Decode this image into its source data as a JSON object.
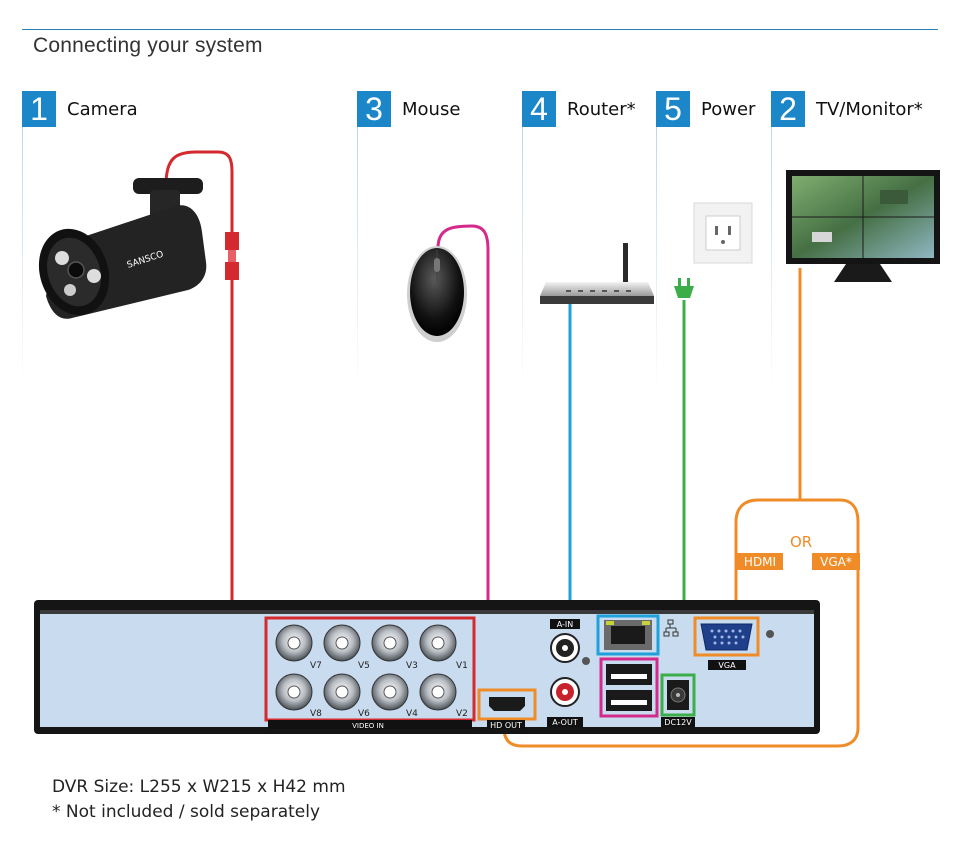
{
  "title": "Connecting your system",
  "steps": [
    {
      "number": "1",
      "label": "Camera"
    },
    {
      "number": "3",
      "label": "Mouse"
    },
    {
      "number": "4",
      "label": "Router*"
    },
    {
      "number": "5",
      "label": "Power"
    },
    {
      "number": "2",
      "label": "TV/Monitor*"
    }
  ],
  "camera_brand": "SANSCO",
  "dvr": {
    "bnc_top": [
      "V7",
      "V5",
      "V3",
      "V1"
    ],
    "bnc_bottom": [
      "V8",
      "V6",
      "V4",
      "V2"
    ],
    "video_in": "VIDEO IN",
    "a_in": "A-IN",
    "a_out": "A-OUT",
    "hdmi_out": "HD OUT",
    "vga": "VGA",
    "dc12v": "DC12V"
  },
  "connector_labels": {
    "or": "OR",
    "hdmi": "HDMI",
    "vga": "VGA*"
  },
  "colors": {
    "camera_cable": "#d42a2f",
    "mouse_cable": "#d42a8c",
    "router_cable": "#1fa1dc",
    "power_cable": "#3cae49",
    "monitor_cable": "#f08c28",
    "step_badge": "#1b87c9",
    "dvr_panel": "#c9dcef"
  },
  "footnotes": {
    "size": "DVR Size: L255 x W215 x H42 mm",
    "not_included": "* Not included / sold separately"
  }
}
